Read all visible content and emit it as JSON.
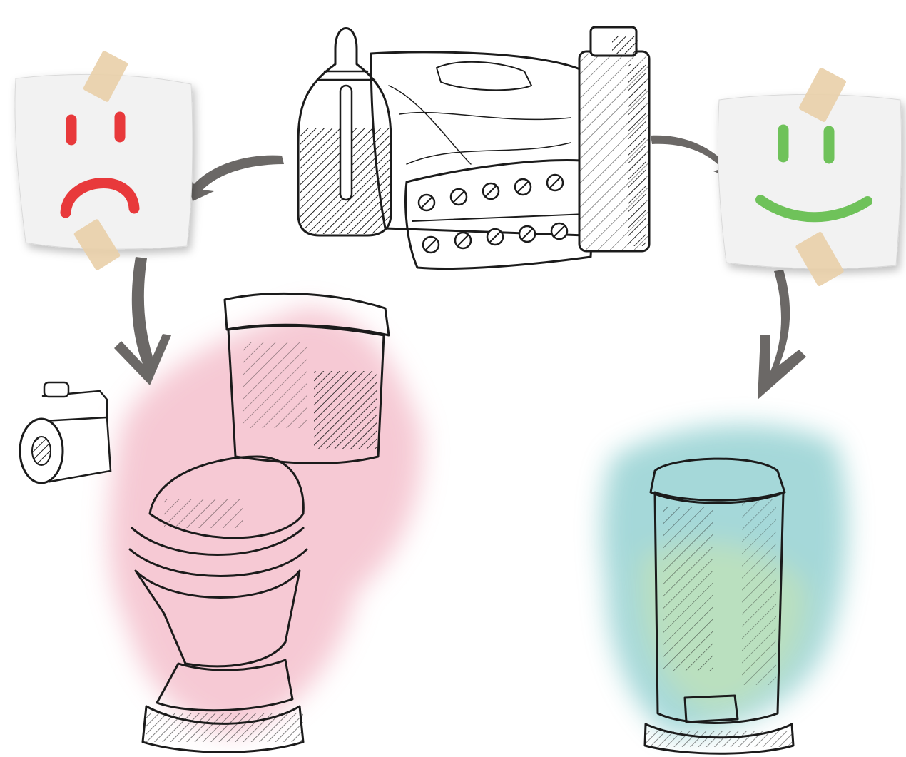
{
  "colors": {
    "background": "#ffffff",
    "ink": "#1b1b1b",
    "sad_face": "#e8393b",
    "happy_face": "#6fc25a",
    "arrow": "#6b6866",
    "tape": "#e9cfa8",
    "paper_note": "#f2f2f2",
    "pink_watercolor": "#f3b8c6",
    "teal_watercolor": "#7fc8c9",
    "green_watercolor": "#9ed3a4"
  },
  "nodes": {
    "center": {
      "name": "medicines",
      "icons": [
        "dropper-bottle-icon",
        "plastic-bag-icon",
        "pill-blister-pack-icon",
        "tablet-tube-icon"
      ]
    },
    "left_note": {
      "icon": "sad-face-icon",
      "meaning": "wrong"
    },
    "right_note": {
      "icon": "happy-face-icon",
      "meaning": "right"
    },
    "left_target": {
      "icons": [
        "toilet-icon",
        "toilet-paper-icon"
      ]
    },
    "right_target": {
      "icons": [
        "pedal-bin-icon"
      ]
    }
  },
  "edges": [
    {
      "from": "center",
      "to": "left_note"
    },
    {
      "from": "center",
      "to": "right_note"
    },
    {
      "from": "left_note",
      "to": "left_target"
    },
    {
      "from": "right_note",
      "to": "right_target"
    }
  ]
}
